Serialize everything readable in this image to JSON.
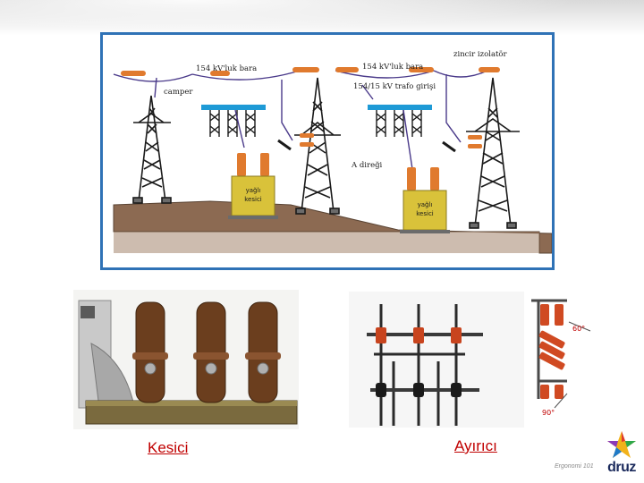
{
  "diagram": {
    "labels": {
      "bus_left": "154 kV'luk bara",
      "bus_right": "154 kV'luk bara",
      "chain_insulator": "zincir izolatör",
      "jumper": "camper",
      "trafo_input": "154/15 kV trafo girişi",
      "tower_a": "A direği",
      "breaker_left_line1": "yağlı",
      "breaker_left_line2": "kesici",
      "breaker_right_line1": "yağlı",
      "breaker_right_line2": "kesici"
    },
    "colors": {
      "frame": "#2f72b6",
      "tower": "#1a1a1a",
      "insulator": "#e07a2e",
      "ground": "#8c6a52",
      "breaker_box": "#d9c23a",
      "bus_line": "#4a3a8a",
      "bar": "#1e9ad6"
    }
  },
  "photos": {
    "breaker_photo": {
      "icon": "vacuum-breaker-photo"
    },
    "disconnector_photo": {
      "icon": "disconnector-photo",
      "angle_labels": [
        "60°",
        "90°"
      ]
    }
  },
  "captions": {
    "left": "Kesici",
    "right": "Ayırıcı"
  },
  "footer": {
    "text": "Ergonomi 101",
    "logo_text": "druz"
  }
}
